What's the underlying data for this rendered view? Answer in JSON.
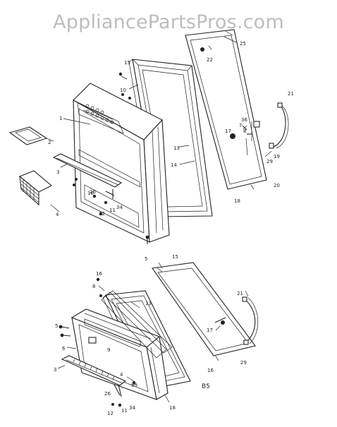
{
  "watermark": "AppliancePartsPros.com",
  "top_labels": [
    {
      "id": "l1",
      "text": "1"
    },
    {
      "id": "l2",
      "text": "2"
    },
    {
      "id": "l3",
      "text": "3"
    },
    {
      "id": "l4",
      "text": "4"
    },
    {
      "id": "l5",
      "text": "5"
    },
    {
      "id": "l10",
      "text": "10"
    },
    {
      "id": "l11",
      "text": "11"
    },
    {
      "id": "l12",
      "text": "12"
    },
    {
      "id": "l13",
      "text": "13"
    },
    {
      "id": "l14",
      "text": "14"
    },
    {
      "id": "l15",
      "text": "15"
    },
    {
      "id": "l16",
      "text": "16"
    },
    {
      "id": "l17",
      "text": "17"
    },
    {
      "id": "l18",
      "text": "18"
    },
    {
      "id": "l19",
      "text": "19"
    },
    {
      "id": "l20",
      "text": "20"
    },
    {
      "id": "l21",
      "text": "21"
    },
    {
      "id": "l22",
      "text": "22"
    },
    {
      "id": "l25",
      "text": "25"
    },
    {
      "id": "l26",
      "text": "26"
    },
    {
      "id": "l29",
      "text": "29"
    },
    {
      "id": "l34",
      "text": "34"
    },
    {
      "id": "l36",
      "text": "36"
    },
    {
      "id": "l7",
      "text": "7"
    },
    {
      "id": "l8",
      "text": "8"
    }
  ],
  "bottom_labels": [
    {
      "id": "b15",
      "text": "15"
    },
    {
      "id": "b16",
      "text": "16"
    },
    {
      "id": "b8",
      "text": "8"
    },
    {
      "id": "b13",
      "text": "13"
    },
    {
      "id": "b21",
      "text": "21"
    },
    {
      "id": "b5",
      "text": "5"
    },
    {
      "id": "b17",
      "text": "17"
    },
    {
      "id": "b6",
      "text": "6"
    },
    {
      "id": "b9",
      "text": "9"
    },
    {
      "id": "b3",
      "text": "3"
    },
    {
      "id": "b4",
      "text": "4"
    },
    {
      "id": "b35",
      "text": "35"
    },
    {
      "id": "b26",
      "text": "26"
    },
    {
      "id": "b12",
      "text": "12"
    },
    {
      "id": "b11",
      "text": "11"
    },
    {
      "id": "b34",
      "text": "34"
    },
    {
      "id": "b18",
      "text": "18"
    },
    {
      "id": "b29",
      "text": "29"
    },
    {
      "id": "b16b",
      "text": "16"
    },
    {
      "id": "bB5",
      "text": "B5"
    }
  ]
}
